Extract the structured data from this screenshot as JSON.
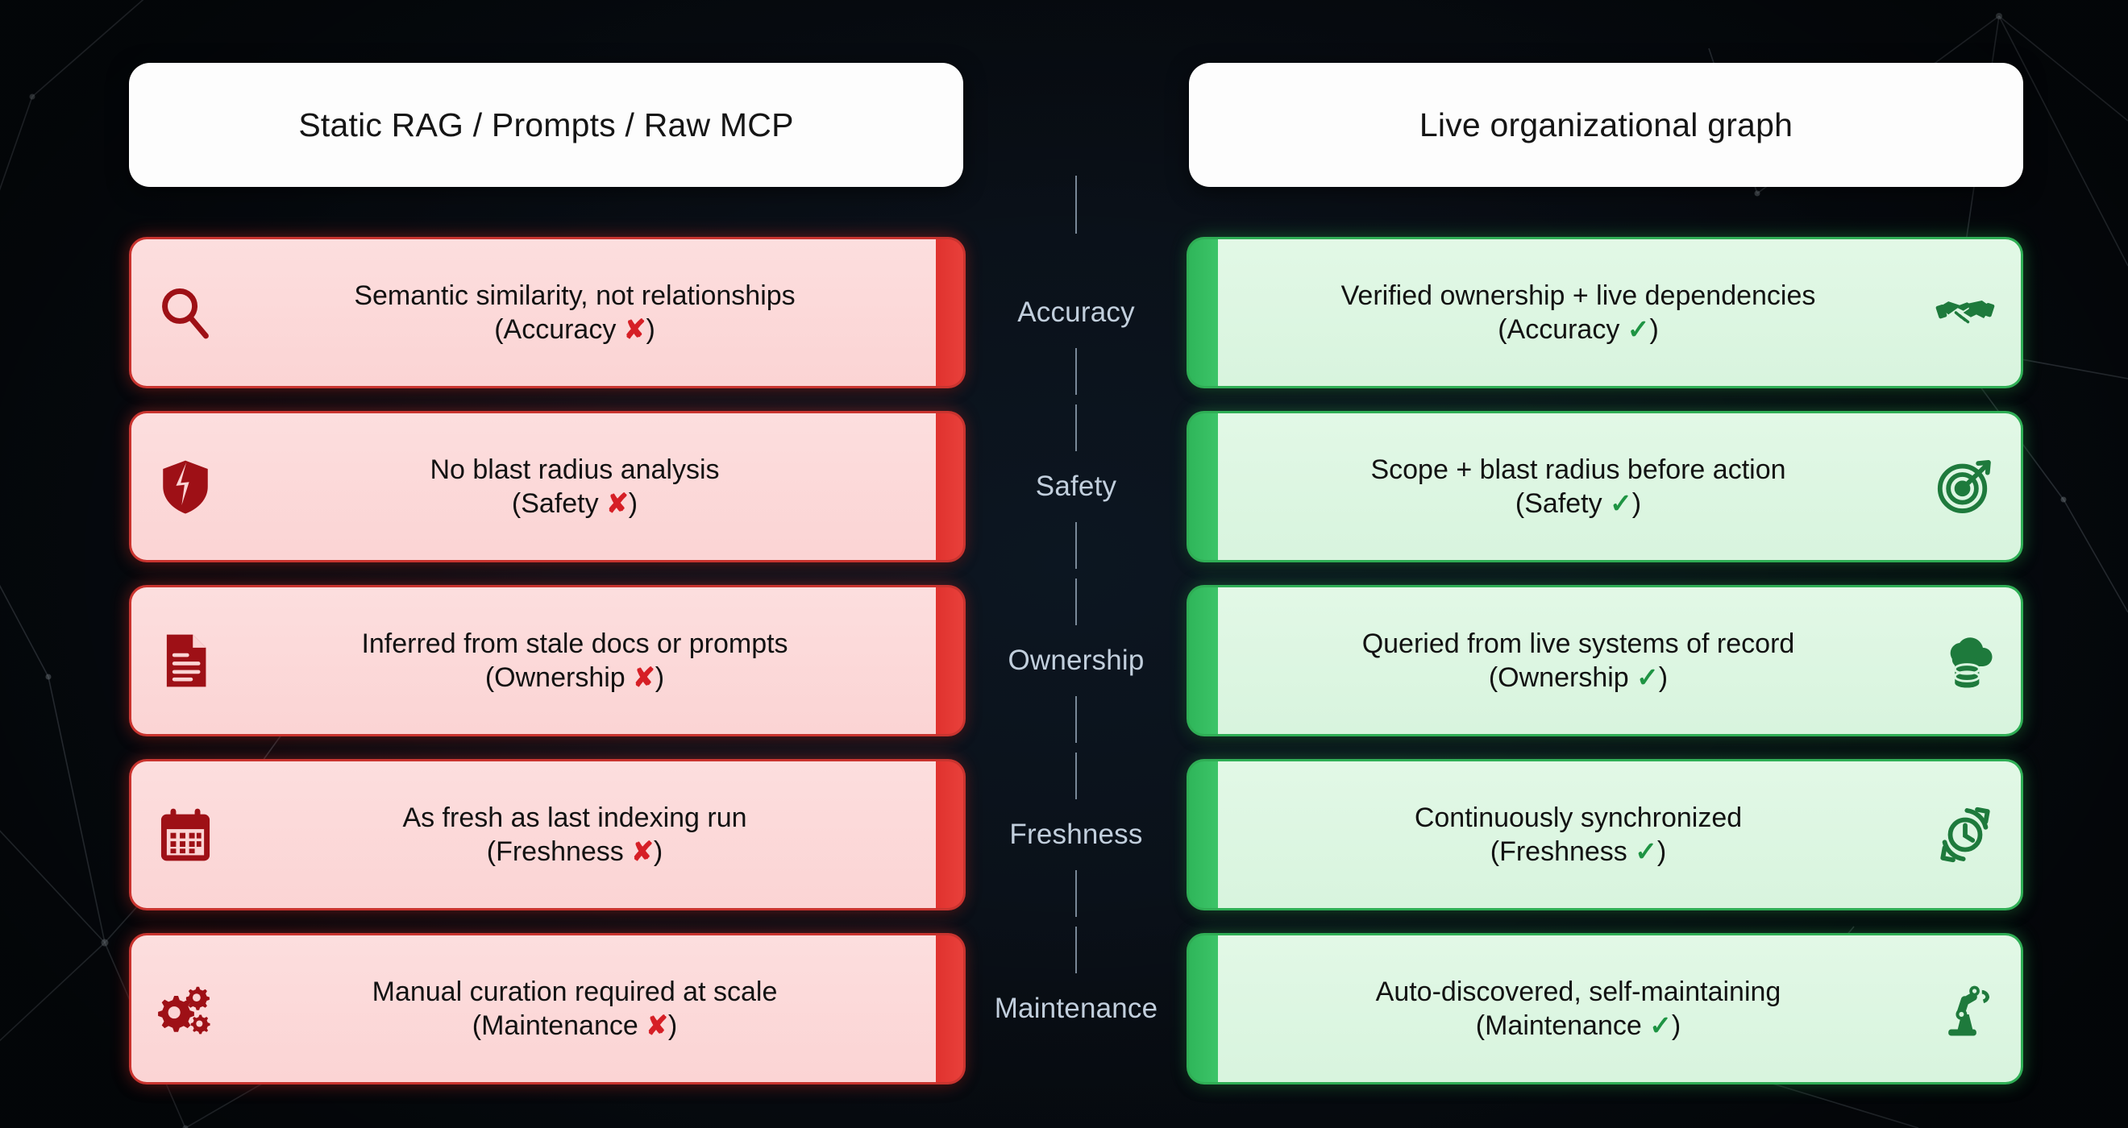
{
  "background": {
    "base_color": "#0a1018",
    "network_line_color": "#b9c8d6"
  },
  "palette": {
    "bad_fill": "#fbd4d4",
    "bad_border": "#c9342f",
    "bad_accent": "#e0322e",
    "good_fill": "#d8f4de",
    "good_border": "#2fae55",
    "good_accent": "#2fb65a",
    "header_fill": "#fdfdfd",
    "center_label_color": "#c2cfdd",
    "cross_mark_color": "#d61f26",
    "check_mark_color": "#1e9443"
  },
  "headers": {
    "left": "Static RAG / Prompts / Raw MCP",
    "right": "Live organizational graph"
  },
  "marks": {
    "cross": "✘",
    "check": "✓"
  },
  "rows": [
    {
      "criterion": "Accuracy",
      "bad": {
        "icon": "magnifier-icon",
        "line1": "Semantic similarity, not relationships",
        "line2_prefix": "(Accuracy ",
        "line2_mark": "✘",
        "line2_suffix": ")"
      },
      "good": {
        "icon": "handshake-icon",
        "line1": "Verified ownership + live dependencies",
        "line2_prefix": "(Accuracy ",
        "line2_mark": "✓",
        "line2_suffix": ")"
      }
    },
    {
      "criterion": "Safety",
      "bad": {
        "icon": "broken-shield-icon",
        "line1": "No blast radius analysis",
        "line2_prefix": "(Safety ",
        "line2_mark": "✘",
        "line2_suffix": ")"
      },
      "good": {
        "icon": "target-arrow-icon",
        "line1": "Scope + blast radius before action",
        "line2_prefix": "(Safety ",
        "line2_mark": "✓",
        "line2_suffix": ")"
      }
    },
    {
      "criterion": "Ownership",
      "bad": {
        "icon": "document-icon",
        "line1": "Inferred from stale docs or prompts",
        "line2_prefix": "(Ownership ",
        "line2_mark": "✘",
        "line2_suffix": ")"
      },
      "good": {
        "icon": "cloud-database-icon",
        "line1": "Queried from live systems of record",
        "line2_prefix": "(Ownership ",
        "line2_mark": "✓",
        "line2_suffix": ")"
      }
    },
    {
      "criterion": "Freshness",
      "bad": {
        "icon": "calendar-icon",
        "line1": "As fresh as last indexing run",
        "line2_prefix": "(Freshness ",
        "line2_mark": "✘",
        "line2_suffix": ")"
      },
      "good": {
        "icon": "clock-sync-icon",
        "line1": "Continuously synchronized",
        "line2_prefix": "(Freshness ",
        "line2_mark": "✓",
        "line2_suffix": ")"
      }
    },
    {
      "criterion": "Maintenance",
      "bad": {
        "icon": "gears-icon",
        "line1": "Manual curation required at scale",
        "line2_prefix": "(Maintenance ",
        "line2_mark": "✘",
        "line2_suffix": ")"
      },
      "good": {
        "icon": "robot-arm-icon",
        "line1": "Auto-discovered, self-maintaining",
        "line2_prefix": "(Maintenance ",
        "line2_mark": "✓",
        "line2_suffix": ")"
      }
    }
  ]
}
